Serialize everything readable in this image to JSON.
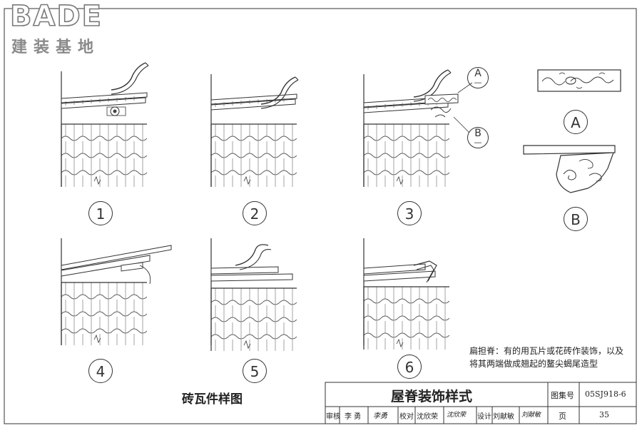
{
  "logo": {
    "brand": "BADE",
    "subtitle": "建装基地"
  },
  "figures": [
    {
      "label": "1"
    },
    {
      "label": "2"
    },
    {
      "label": "3"
    },
    {
      "label": "4"
    },
    {
      "label": "5"
    },
    {
      "label": "6"
    }
  ],
  "details": [
    {
      "label": "A",
      "callout": "A",
      "callout_sub": "—"
    },
    {
      "label": "B",
      "callout": "B",
      "callout_sub": "—"
    }
  ],
  "note": "扁担脊：有的用瓦片或花砖作装饰，以及将其两端做成翘起的鳌尖蝎尾造型",
  "caption": "砖瓦件样图",
  "title_block": {
    "title": "屋脊装饰样式",
    "atlas_label": "图集号",
    "atlas_number": "05SJ918-6",
    "page_label": "页",
    "page_number": "35",
    "review_label": "审核",
    "reviewer": "李 勇",
    "reviewer_signature": "李勇",
    "check_label": "校对",
    "checker": "沈欣荣",
    "checker_signature": "沈欣荣",
    "design_label": "设计",
    "designer": "刘献敏",
    "designer_signature": "刘献敏"
  }
}
